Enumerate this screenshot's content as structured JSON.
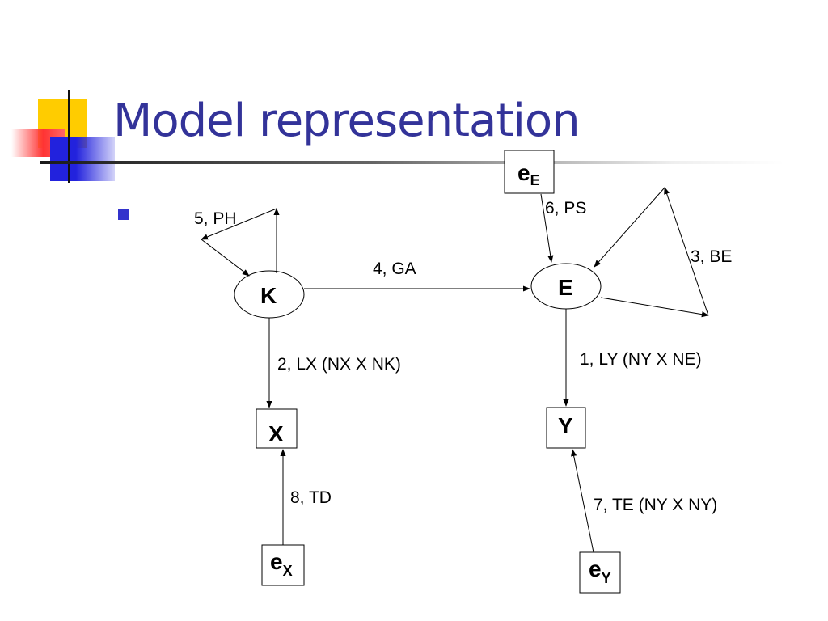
{
  "slide": {
    "title": "Model representation"
  },
  "diagram": {
    "nodes": {
      "K": "K",
      "E": "E",
      "X": "X",
      "Y": "Y",
      "eE": {
        "base": "e",
        "sub": "E"
      },
      "eX": {
        "base": "e",
        "sub": "X"
      },
      "eY": {
        "base": "e",
        "sub": "Y"
      }
    },
    "labels": {
      "ph": "5, PH",
      "ps": "6, PS",
      "be": "3, BE",
      "ga": "4, GA",
      "lx": "2, LX (NX X NK)",
      "ly": "1, LY (NY X NE)",
      "td": "8, TD",
      "te": "7, TE (NY X NY)"
    }
  },
  "colors": {
    "title": "#333399",
    "bullet": "#3333cc",
    "deco_yellow": "#ffcc00",
    "deco_red": "#ff3333",
    "deco_blue": "#2222dd"
  }
}
